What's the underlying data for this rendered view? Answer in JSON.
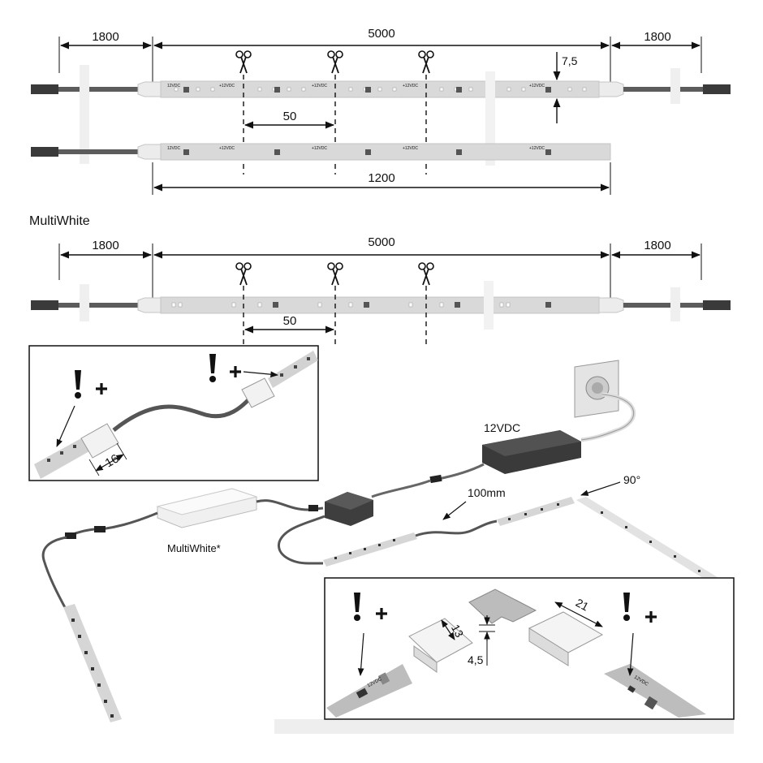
{
  "colors": {
    "strip": "#d9d9d9",
    "strip_edge": "#bdbdbd",
    "cable": "#5c5c5c",
    "sleeve": "#ededed",
    "ink": "#111111",
    "device": "#3c3c3c"
  },
  "section1": {
    "dim_left": "1800",
    "dim_center": "5000",
    "dim_right": "1800",
    "dim_height": "7,5",
    "dim_cut": "50",
    "dim_short": "1200",
    "strip_text_a": "+12VDC",
    "strip_text_b": "12VDC"
  },
  "section2": {
    "title": "MultiWhite",
    "dim_left": "1800",
    "dim_center": "5000",
    "dim_right": "1800",
    "dim_cut": "50"
  },
  "detail_left": {
    "dim": "16",
    "mark_left": "!+",
    "mark_right": "!+"
  },
  "system": {
    "driver_label": "12VDC",
    "length_label": "100mm",
    "angle_label": "90°",
    "controller_label": "MultiWhite*"
  },
  "detail_right": {
    "dim_13": "13",
    "dim_45": "4,5",
    "dim_21": "21",
    "strip_text": "12VDC",
    "mark_left": "!+",
    "mark_right": "!+"
  },
  "icons": [
    "scissors-icon",
    "exclamation-icon",
    "plus-icon",
    "wall-socket-icon",
    "power-supply-icon",
    "junction-box-icon",
    "controller-icon"
  ]
}
